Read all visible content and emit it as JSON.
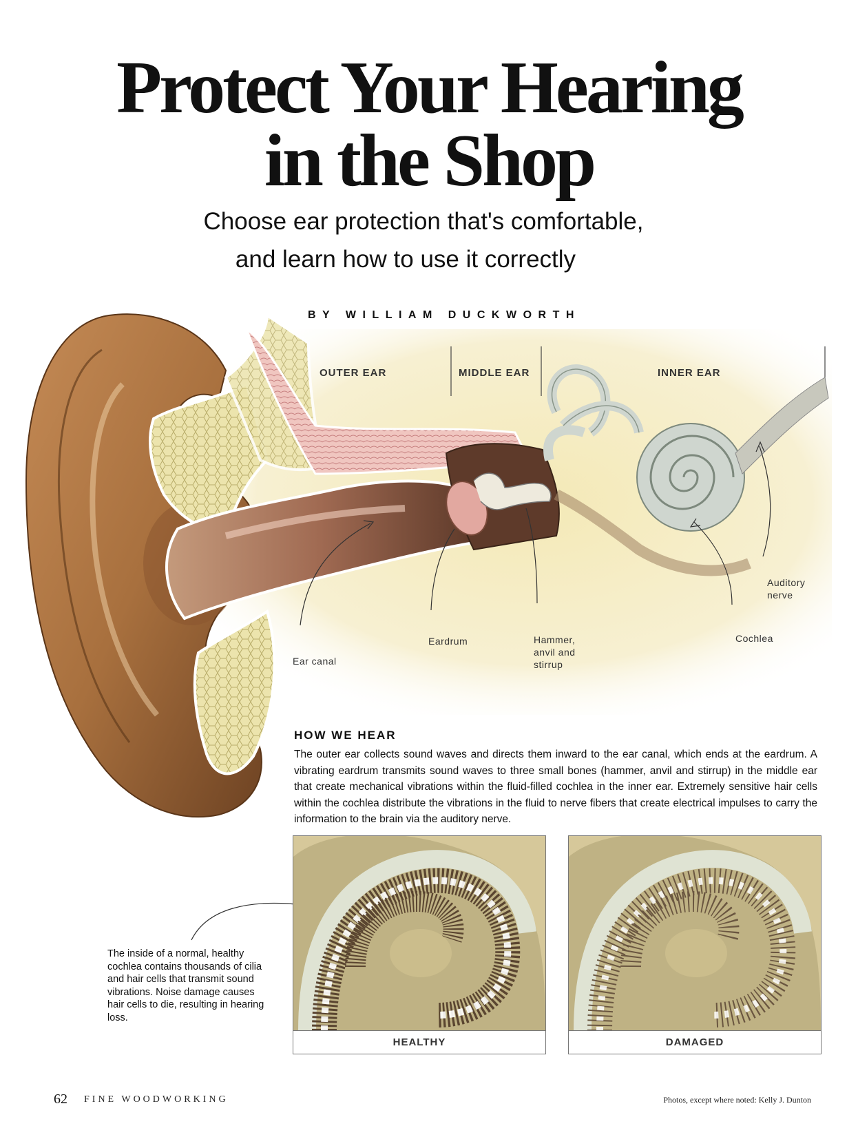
{
  "article": {
    "title_line1": "Protect Your Hearing",
    "title_line2": "in the Shop",
    "deck_line1": "Choose ear protection that's comfortable,",
    "deck_line2": "and learn how to use it correctly",
    "byline": "BY WILLIAM DUCKWORTH"
  },
  "illustration": {
    "sections": {
      "outer": "OUTER EAR",
      "middle": "MIDDLE EAR",
      "inner": "INNER EAR"
    },
    "callouts": {
      "ear_canal": "Ear canal",
      "eardrum": "Eardrum",
      "hammer": "Hammer,\nanvil and\nstirrup",
      "cochlea": "Cochlea",
      "auditory_nerve": "Auditory\nnerve"
    },
    "colors": {
      "skin": "#b07a4a",
      "skin_dark": "#6e4323",
      "background": "#f3ebc2",
      "cartilage": "#e6dfa6",
      "muscle": "#e8a6a6",
      "canal": "#9a5f42",
      "cochlea": "#cfd6cf"
    }
  },
  "how_we_hear": {
    "heading": "HOW WE HEAR",
    "body": "The outer ear collects sound waves and directs them inward to the ear canal, which ends at the eardrum. A vibrating eardrum transmits sound waves to three small bones (hammer, anvil and stirrup) in the middle ear that create mechanical vibrations within the fluid-filled cochlea in the inner ear. Extremely sensitive hair cells within the cochlea distribute the vibrations in the fluid to nerve fibers that create electrical impulses to carry the information to the brain via the auditory nerve."
  },
  "cochlea_panels": {
    "caption": "The inside of a normal, healthy cochlea contains thousands of cilia and hair cells that transmit sound vibrations. Noise damage causes hair cells to die, resulting in hearing loss.",
    "healthy_label": "HEALTHY",
    "damaged_label": "DAMAGED"
  },
  "footer": {
    "page_number": "62",
    "magazine": "FINE WOODWORKING",
    "credit": "Photos, except where noted: Kelly J. Dunton"
  }
}
